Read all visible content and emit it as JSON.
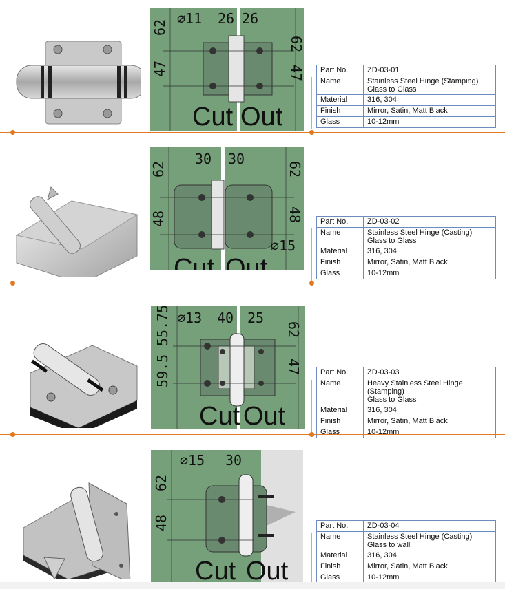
{
  "products": [
    {
      "dims": [
        "∅11",
        "26",
        "26",
        "62",
        "47",
        "62",
        "47"
      ],
      "cut": "Cut",
      "out": "Out",
      "specs": [
        {
          "k": "Part No.",
          "v": "ZD-03-01"
        },
        {
          "k": "Name",
          "v": "Stainless Steel Hinge (Stamping)",
          "v2": "Glass to Glass"
        },
        {
          "k": "Material",
          "v": "316, 304"
        },
        {
          "k": "Finish",
          "v": "Mirror, Satin, Matt Black"
        },
        {
          "k": "Glass",
          "v": "10-12mm"
        }
      ]
    },
    {
      "dims": [
        "30",
        "30",
        "62",
        "48",
        "62",
        "48",
        "∅15"
      ],
      "cut": "Cut",
      "out": "Out",
      "specs": [
        {
          "k": "Part No.",
          "v": "ZD-03-02"
        },
        {
          "k": "Name",
          "v": "Stainless Steel Hinge (Casting)",
          "v2": "Glass to Glass"
        },
        {
          "k": "Material",
          "v": "316, 304"
        },
        {
          "k": "Finish",
          "v": "Mirror, Satin, Matt Black"
        },
        {
          "k": "Glass",
          "v": "10-12mm"
        }
      ]
    },
    {
      "dims": [
        "∅13",
        "40",
        "25",
        "55.75",
        "59.5",
        "62",
        "47"
      ],
      "cut": "Cut",
      "out": "Out",
      "specs": [
        {
          "k": "Part No.",
          "v": "ZD-03-03"
        },
        {
          "k": "Name",
          "v": "Heavy Stainless Steel Hinge (Stamping)",
          "v2": "Glass to Glass"
        },
        {
          "k": "Material",
          "v": "316, 304"
        },
        {
          "k": "Finish",
          "v": "Mirror, Satin, Matt Black"
        },
        {
          "k": "Glass",
          "v": "10-12mm"
        }
      ]
    },
    {
      "dims": [
        "∅15",
        "30",
        "62",
        "48"
      ],
      "cut": "Cut",
      "out": "Out",
      "specs": [
        {
          "k": "Part No.",
          "v": "ZD-03-04"
        },
        {
          "k": "Name",
          "v": "Stainless Steel Hinge (Casting)",
          "v2": "Glass to wall"
        },
        {
          "k": "Material",
          "v": "316, 304"
        },
        {
          "k": "Finish",
          "v": "Mirror, Satin, Matt Black"
        },
        {
          "k": "Glass",
          "v": "10-12mm"
        }
      ]
    }
  ],
  "colors": {
    "accent": "#e2781f",
    "drawing_bg": "#75a07a",
    "table_border": "#6c8cc0"
  }
}
